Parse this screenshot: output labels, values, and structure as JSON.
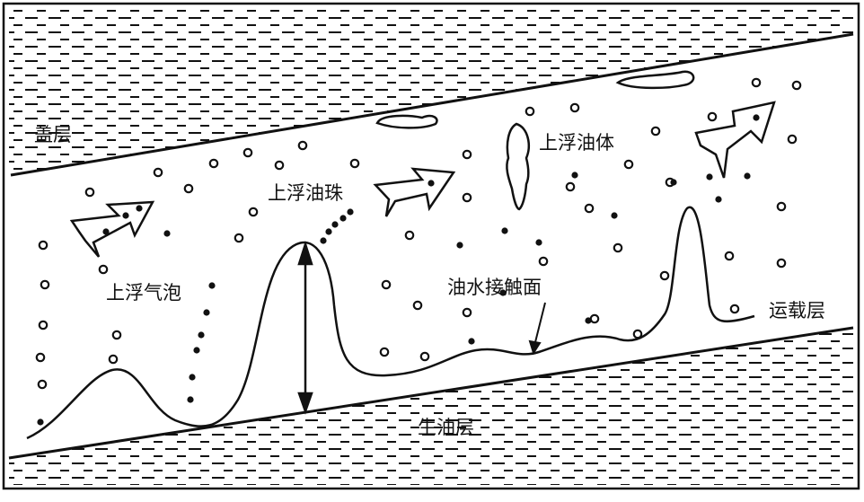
{
  "labels": {
    "cap_rock": "盖层",
    "source_rock": "生油层",
    "carrier_bed": "运载层",
    "rising_bubbles": "上浮气泡",
    "rising_droplets": "上浮油珠",
    "rising_oil_body": "上浮油体",
    "oil_water_contact": "油水接触面"
  },
  "colors": {
    "ink": "#111111",
    "paper": "#ffffff"
  }
}
